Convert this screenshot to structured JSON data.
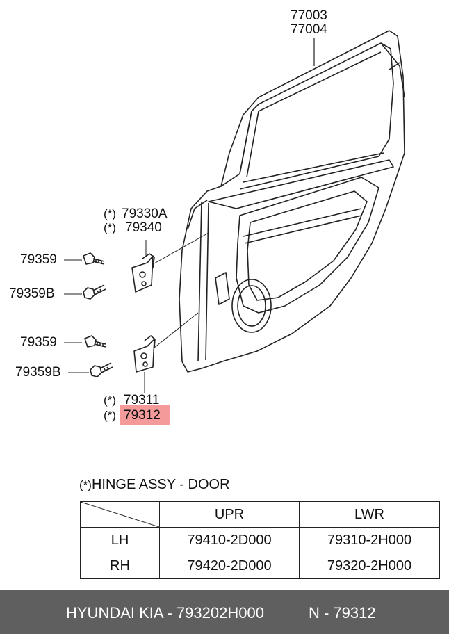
{
  "labels": {
    "door_part_1": "77003",
    "door_part_2": "77004",
    "upper_hinge_1": "79330A",
    "upper_hinge_2": "79340",
    "upper_bolt_1": "79359",
    "upper_bolt_2": "79359B",
    "lower_bolt_1": "79359",
    "lower_bolt_2": "79359B",
    "lower_hinge_1": "79311",
    "lower_hinge_2": "79312",
    "asterisk": "(*)"
  },
  "table": {
    "caption_mark": "(*)",
    "caption": "HINGE ASSY - DOOR",
    "headers": [
      "",
      "UPR",
      "LWR"
    ],
    "rows": [
      {
        "side": "LH",
        "upr": "79410-2D000",
        "lwr": "79310-2H000"
      },
      {
        "side": "RH",
        "upr": "79420-2D000",
        "lwr": "79320-2H000"
      }
    ]
  },
  "footer": {
    "brand": "HYUNDAI  KIA - 793202H000",
    "ref": "N - 79312"
  },
  "colors": {
    "highlight": "#f49a9a",
    "footer_bg": "#5f5f5f"
  }
}
